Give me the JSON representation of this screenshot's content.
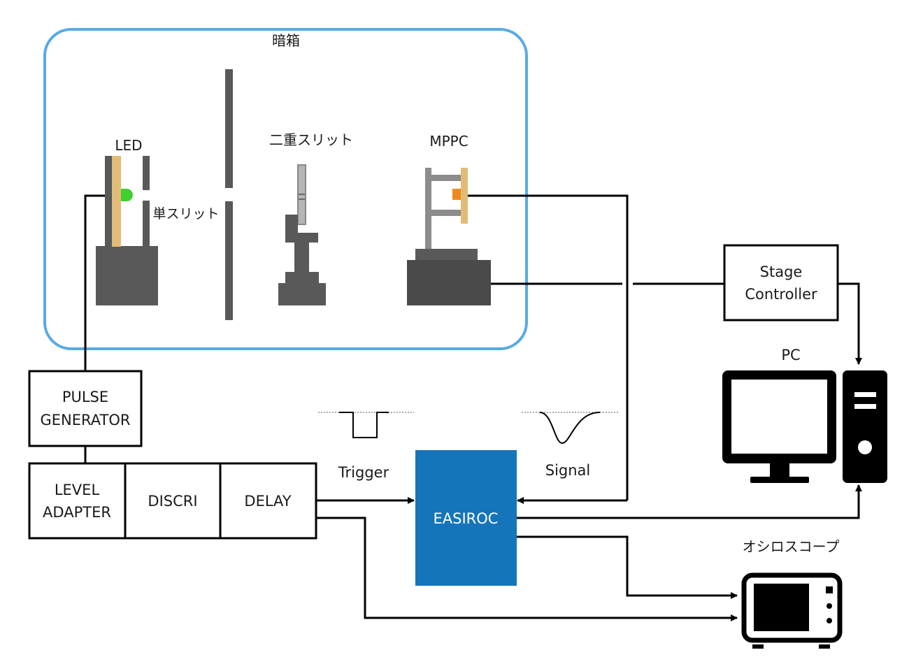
{
  "darkbox": {
    "label": "暗箱",
    "color": "#3b9be0"
  },
  "components": {
    "led": "LED",
    "single_slit": "単スリット",
    "double_slit": "二重スリット",
    "mppc": "MPPC",
    "stage_controller": [
      "Stage",
      "Controller"
    ],
    "pc": "PC",
    "oscilloscope": "オシロスコープ",
    "pulse_generator": [
      "PULSE",
      "GENERATOR"
    ],
    "level_adapter": [
      "LEVEL",
      "ADAPTER"
    ],
    "discri": "DISCRI",
    "delay": "DELAY",
    "easiroc": "EASIROC"
  },
  "signals": {
    "trigger": "Trigger",
    "signal": "Signal"
  },
  "colors": {
    "easiroc": "#1574ba",
    "led_emitter": "#3fcf2e",
    "mppc_sensor": "#f08a1f",
    "board": "#e3bb78",
    "stage_dark": "#4a4a4a",
    "stage_gray": "#595959"
  }
}
